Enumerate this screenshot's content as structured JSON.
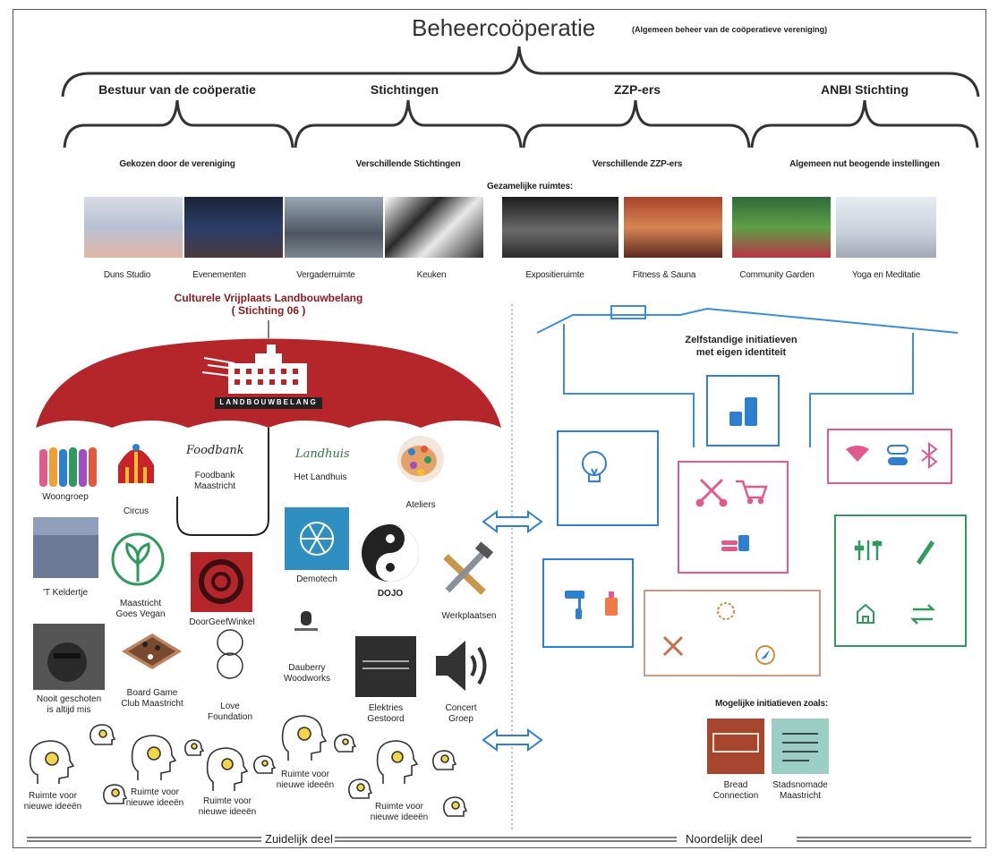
{
  "header": {
    "title": "Beheercoöperatie",
    "subtitle": "(Algemeen beheer van de coöperatieve vereniging)"
  },
  "branches": [
    {
      "title": "Bestuur van de coöperatie",
      "sub": "Gekozen door de vereniging"
    },
    {
      "title": "Stichtingen",
      "sub": "Verschillende Stichtingen"
    },
    {
      "title": "ZZP-ers",
      "sub": "Verschillende ZZP-ers"
    },
    {
      "title": "ANBI Stichting",
      "sub": "Algemeen nut beogende instellingen"
    }
  ],
  "shared": {
    "heading": "Gezamelijke ruimtes:",
    "spaces": [
      "Duns Studio",
      "Evenementen",
      "Vergaderruimte",
      "Keuken",
      "Expositieruimte",
      "Fitness & Sauna",
      "Community Garden",
      "Yoga en Meditatie"
    ]
  },
  "south": {
    "title_line1": "Culturele Vrijplaats Landbouwbelang",
    "title_line2": "( Stichting 06 )",
    "umbrella_logo": "LANDBOUWBELANG",
    "foodbank_logo": "Foodbank",
    "landhuis_logo": "Landhuis",
    "items": {
      "woongroep": "Woongroep",
      "circus": "Circus",
      "foodbank": [
        "Foodbank",
        "Maastricht"
      ],
      "landhuis": "Het Landhuis",
      "ateliers": "Ateliers",
      "keldertje": "'T Keldertje",
      "vegan": [
        "Maastricht",
        "Goes Vegan"
      ],
      "doorgeef": "DoorGeefWinkel",
      "demotech": "Demotech",
      "dojo": "DOJO",
      "werkplaatsen": "Werkplaatsen",
      "nooit": [
        "Nooit geschoten",
        "is altijd mis"
      ],
      "boardgame": [
        "Board Game",
        "Club Maastricht"
      ],
      "love": [
        "Love",
        "Foundation"
      ],
      "dauberry": [
        "Dauberry",
        "Woodworks"
      ],
      "elektries": [
        "Elektries",
        "Gestoord"
      ],
      "concert": [
        "Concert",
        "Groep"
      ]
    },
    "ideas": [
      "Ruimte voor",
      "nieuwe ideeën"
    ]
  },
  "north": {
    "house_text1": "Zelfstandige initiatieven",
    "house_text2": "met eigen identiteit",
    "possible_heading": "Mogelijke initiatieven zoals:",
    "possible": [
      {
        "line1": "Bread",
        "line2": "Connection"
      },
      {
        "line1": "Stadsnomade",
        "line2": "Maastricht"
      }
    ]
  },
  "footer": {
    "south": "Zuidelijk deel",
    "north": "Noordelijk deel"
  },
  "colors": {
    "umbrella": "#b5262b",
    "house": "#3a8fd8",
    "box_blue": "#2f7fd0",
    "box_pink": "#e05a8c",
    "box_green": "#2e9a5b",
    "box_tan": "#c99b86"
  }
}
